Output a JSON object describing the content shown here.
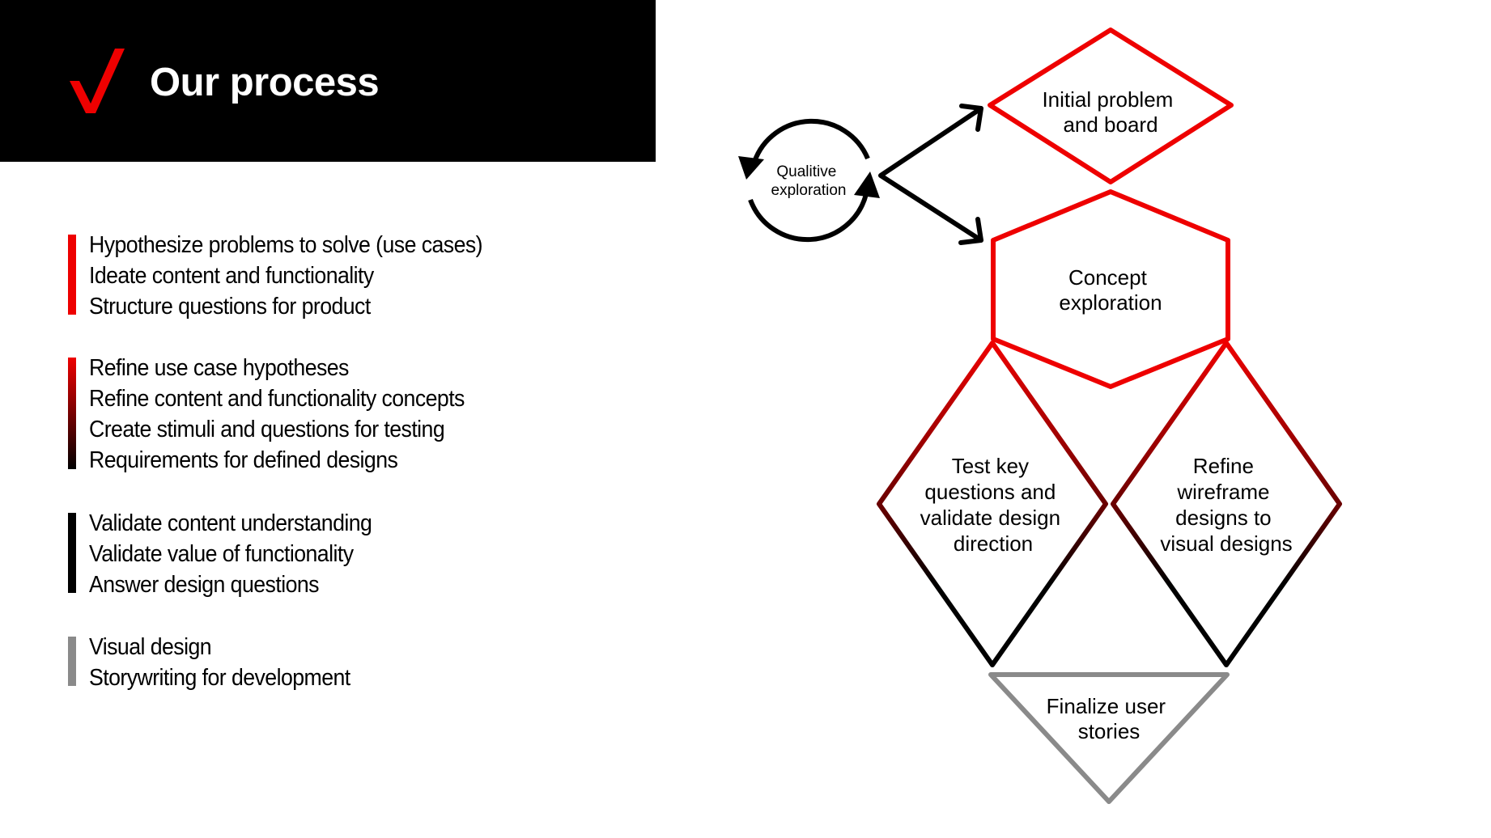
{
  "header": {
    "title": "Our process",
    "logo": "verizon-checkmark-icon",
    "logo_color": "#EE0000"
  },
  "groups": [
    {
      "bar_color": "#EE0000",
      "lines": [
        "Hypothesize problems to solve (use cases)",
        "Ideate content and functionality",
        "Structure questions for product"
      ]
    },
    {
      "bar_color": "gradient #EE0000 to #000000",
      "lines": [
        "Refine use case hypotheses",
        "Refine content and functionality concepts",
        "Create stimuli and questions for testing",
        "Requirements for defined designs"
      ]
    },
    {
      "bar_color": "#000000",
      "lines": [
        "Validate content understanding",
        "Validate value of functionality",
        "Answer design questions"
      ]
    },
    {
      "bar_color": "#8A8A8A",
      "lines": [
        "Visual design",
        "Storywriting for development"
      ]
    }
  ],
  "diagram": {
    "loop": {
      "lines": [
        "Qualitive",
        "exploration"
      ],
      "icon": "cycle-arrows-icon"
    },
    "nodes": [
      {
        "id": "initial",
        "shape": "diamond",
        "color": "#EE0000",
        "lines": [
          "Initial problem",
          "and board"
        ]
      },
      {
        "id": "concept",
        "shape": "hexagon",
        "color": "#EE0000",
        "lines": [
          "Concept",
          "exploration"
        ]
      },
      {
        "id": "test",
        "shape": "diamond",
        "color": "gradient #EE0000 to #000000",
        "lines": [
          "Test key",
          "questions and",
          "validate design",
          "direction"
        ]
      },
      {
        "id": "refine",
        "shape": "diamond",
        "color": "gradient #EE0000 to #000000",
        "lines": [
          "Refine",
          "wireframe",
          "designs to",
          "visual designs"
        ]
      },
      {
        "id": "finalize",
        "shape": "triangle",
        "color": "#8A8A8A",
        "lines": [
          "Finalize user",
          "stories"
        ]
      }
    ]
  }
}
